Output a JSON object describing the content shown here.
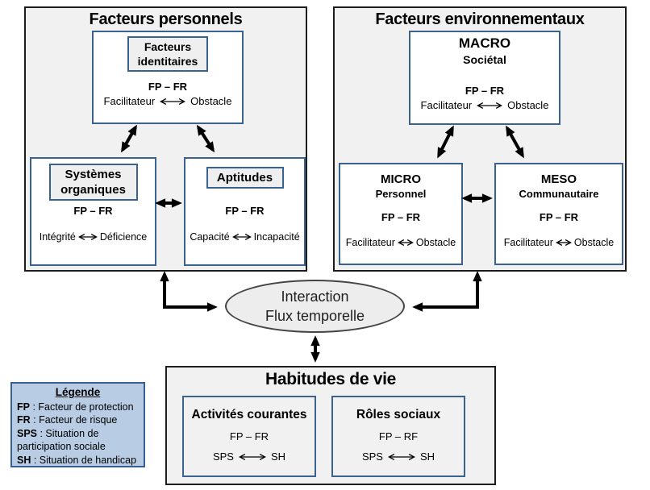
{
  "colors": {
    "panel_bg": "#f1f1f1",
    "panel_border": "#1c1c1c",
    "box_border_blue": "#3a6291",
    "legend_bg": "#b8cce4",
    "legend_border": "#376092",
    "ellipse_bg": "#ededed",
    "arrow": "#000000"
  },
  "personal": {
    "title": "Facteurs personnels",
    "identity": {
      "name1": "Facteurs",
      "name2": "identitaires",
      "fpfr": "FP – FR",
      "left": "Facilitateur",
      "right": "Obstacle"
    },
    "organic": {
      "name1": "Systèmes",
      "name2": "organiques",
      "fpfr": "FP – FR",
      "left": "Intégrité",
      "right": "Déficience"
    },
    "aptitudes": {
      "name": "Aptitudes",
      "fpfr": "FP – FR",
      "left": "Capacité",
      "right": "Incapacité"
    }
  },
  "environmental": {
    "title": "Facteurs environnementaux",
    "macro": {
      "name": "MACRO",
      "sub": "Sociétal",
      "fpfr": "FP – FR",
      "left": "Facilitateur",
      "right": "Obstacle"
    },
    "micro": {
      "name": "MICRO",
      "sub": "Personnel",
      "fpfr": "FP – FR",
      "left": "Facilitateur",
      "right": "Obstacle"
    },
    "meso": {
      "name": "MESO",
      "sub": "Communautaire",
      "fpfr": "FP – FR",
      "left": "Facilitateur",
      "right": "Obstacle"
    }
  },
  "interaction": {
    "line1": "Interaction",
    "line2": "Flux temporelle"
  },
  "habits": {
    "title": "Habitudes de vie",
    "current": {
      "name": "Activités courantes",
      "fpfr": "FP – FR",
      "left": "SPS",
      "right": "SH"
    },
    "social": {
      "name": "Rôles sociaux",
      "fpfr": "FP – RF",
      "left": "SPS",
      "right": "SH"
    }
  },
  "legend": {
    "title": "Légende",
    "items": [
      {
        "abbr": "FP",
        "desc": " : Facteur de protection"
      },
      {
        "abbr": "FR",
        "desc": " : Facteur de risque"
      },
      {
        "abbr": "SPS",
        "desc": " : Situation de participation sociale"
      },
      {
        "abbr": "SH",
        "desc": " : Situation de handicap"
      }
    ]
  }
}
